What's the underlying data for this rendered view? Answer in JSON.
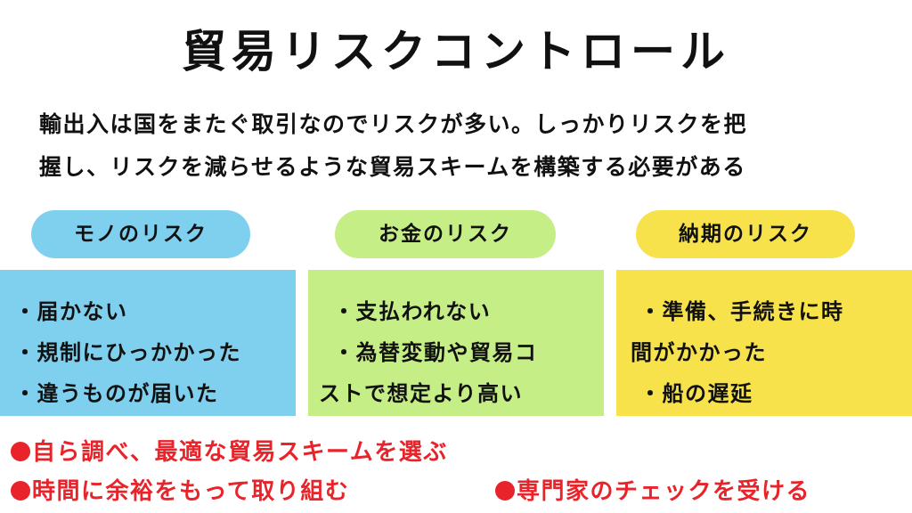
{
  "title": "貿易リスクコントロール",
  "intro": {
    "line1": "輸出入は国をまたぐ取引なのでリスクが多い。しっかりリスクを把",
    "line2": "握し、リスクを減らせるような貿易スキームを構築する必要がある"
  },
  "categories": [
    {
      "label": "モノのリスク",
      "items": [
        "・届かない",
        "・規制にひっかかった",
        "・違うものが届いた"
      ]
    },
    {
      "label": "お金のリスク",
      "items": [
        "・支払われない",
        "・為替変動や貿易コ",
        "ストで想定より高い"
      ]
    },
    {
      "label": "納期のリスク",
      "items": [
        "・準備、手続きに時",
        "間がかかった",
        "・船の遅延"
      ]
    }
  ],
  "actions": [
    "自ら調べ、最適な貿易スキームを選ぶ",
    "時間に余裕をもって取り組む",
    "専門家のチェックを受ける"
  ],
  "colors": {
    "blue": "#7fd0ee",
    "green": "#c6ee86",
    "yellow": "#f7e24c",
    "accent_red": "#e8232a"
  }
}
